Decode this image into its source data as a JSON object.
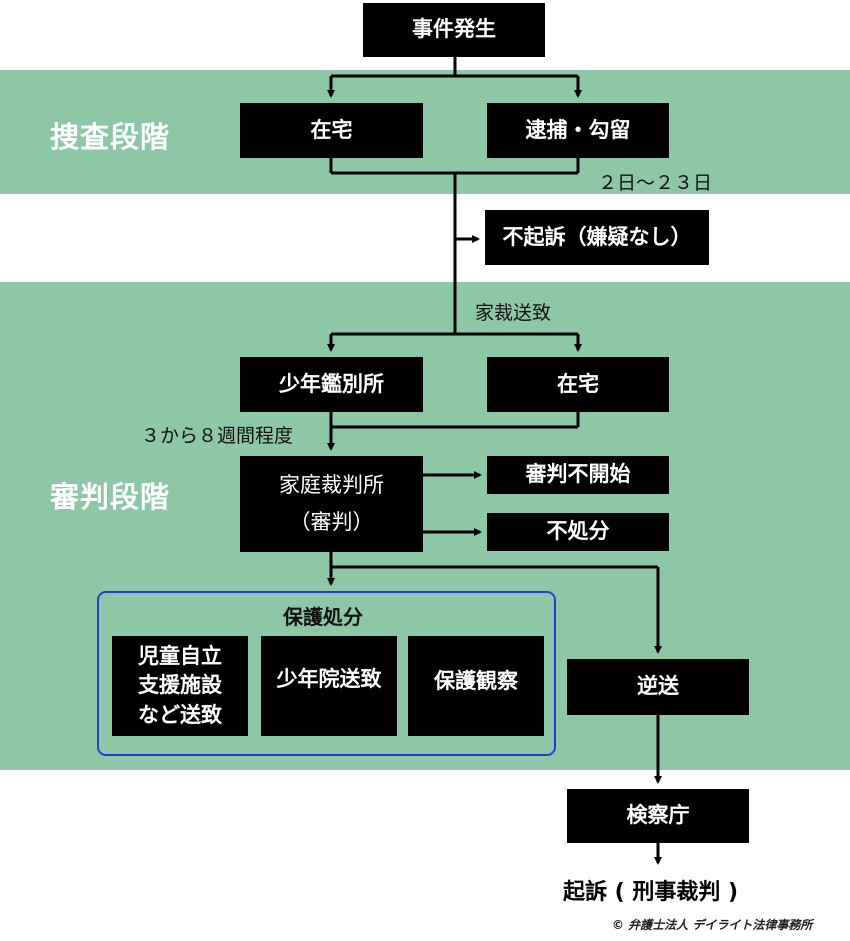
{
  "colors": {
    "band": "#8dc8a6",
    "box": "#000000",
    "group_border": "#1f3fd9",
    "line": "#000000"
  },
  "stages": {
    "investigation": "捜査段階",
    "trial": "審判段階"
  },
  "nodes": {
    "incident": "事件発生",
    "at_home_1": "在宅",
    "arrest": "逮捕・勾留",
    "no_prosecution": "不起訴（嫌疑なし）",
    "detention_center": "少年鑑別所",
    "at_home_2": "在宅",
    "family_court_line1": "家庭裁判所",
    "family_court_line2": "（審判）",
    "no_hearing": "審判不開始",
    "no_disposition": "不処分",
    "reverse_transfer": "逆送",
    "prosecutor": "検察庁"
  },
  "labels": {
    "days": "２日～２３日",
    "family_court_referral": "家裁送致",
    "weeks": "３から８週間程度"
  },
  "protective": {
    "title": "保護処分",
    "items": [
      {
        "lines": [
          "児童自立",
          "支援施設",
          "など送致"
        ]
      },
      {
        "lines": [
          "少年院送致"
        ]
      },
      {
        "lines": [
          "保護観察"
        ]
      }
    ]
  },
  "final": "起訴 ( 刑事裁判 )",
  "copyright": "© 弁護士法人 デイライト法律事務所"
}
